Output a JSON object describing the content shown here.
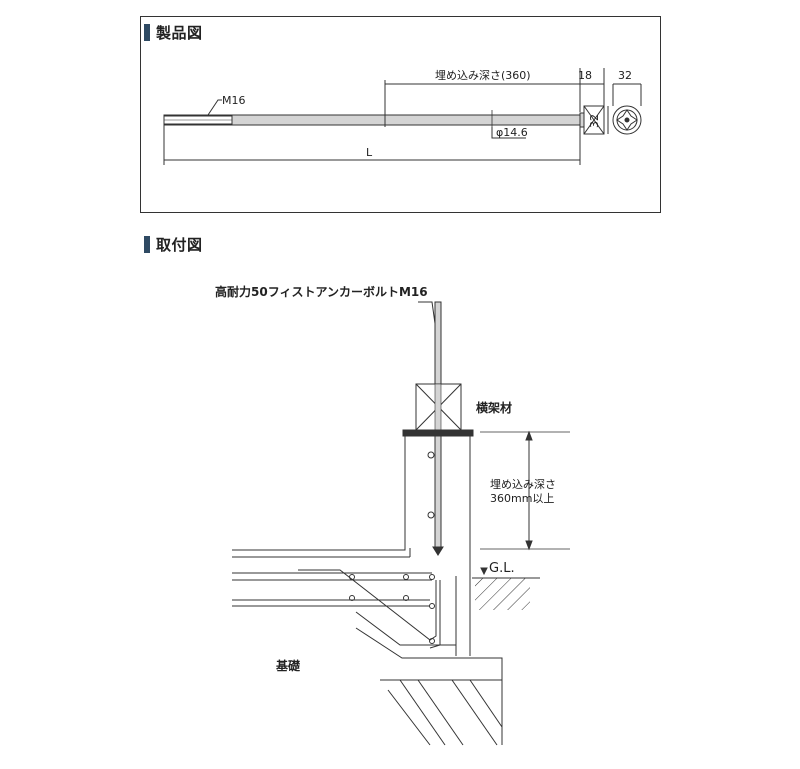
{
  "headings": {
    "product": "製品図",
    "installation": "取付図"
  },
  "product_drawing": {
    "thread_label": "M16",
    "embed_depth_label": "埋め込み深さ(360)",
    "length_label": "L",
    "diameter_label": "φ14.6",
    "nut_width_label": "18",
    "nut_height_label": "32",
    "nut_outer_label": "32"
  },
  "installation_drawing": {
    "bolt_name": "高耐力50フィストアンカーボルトM16",
    "beam_label": "横架材",
    "embed_line1": "埋め込み深さ",
    "embed_line2": "360mm以上",
    "ground_label": "G.L.",
    "foundation_label": "基礎"
  },
  "colors": {
    "line": "#333333",
    "rod_fill": "#d4d4d4",
    "heading_bar": "#2f4a63"
  }
}
